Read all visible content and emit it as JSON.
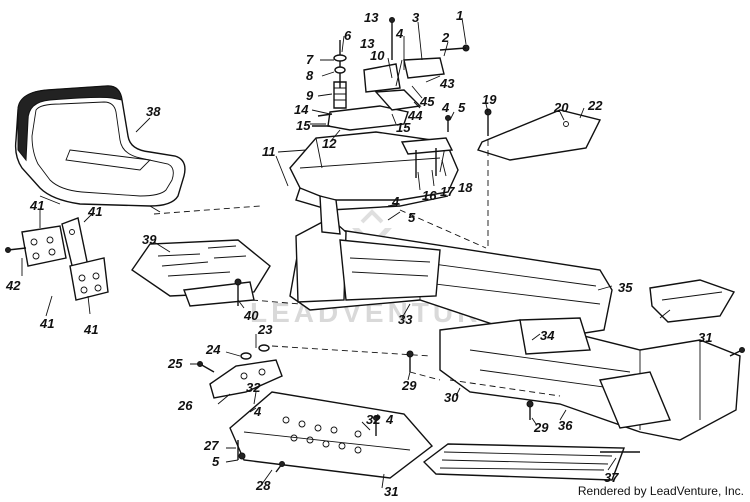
{
  "watermark": "LEADVENTURE",
  "credit": "Rendered by LeadVenture, Inc.",
  "callouts": [
    {
      "id": "c1",
      "text": "1"
    },
    {
      "id": "c2",
      "text": "2"
    },
    {
      "id": "c3",
      "text": "3"
    },
    {
      "id": "c4a",
      "text": "4"
    },
    {
      "id": "c4b",
      "text": "4"
    },
    {
      "id": "c4c",
      "text": "4"
    },
    {
      "id": "c4d",
      "text": "4"
    },
    {
      "id": "c4e",
      "text": "4"
    },
    {
      "id": "c5a",
      "text": "5"
    },
    {
      "id": "c5b",
      "text": "5"
    },
    {
      "id": "c5c",
      "text": "5"
    },
    {
      "id": "c6",
      "text": "6"
    },
    {
      "id": "c7",
      "text": "7"
    },
    {
      "id": "c8",
      "text": "8"
    },
    {
      "id": "c9",
      "text": "9"
    },
    {
      "id": "c10",
      "text": "10"
    },
    {
      "id": "c11",
      "text": "11"
    },
    {
      "id": "c12",
      "text": "12"
    },
    {
      "id": "c13a",
      "text": "13"
    },
    {
      "id": "c13b",
      "text": "13"
    },
    {
      "id": "c14",
      "text": "14"
    },
    {
      "id": "c15a",
      "text": "15"
    },
    {
      "id": "c15b",
      "text": "15"
    },
    {
      "id": "c16",
      "text": "16"
    },
    {
      "id": "c17",
      "text": "17"
    },
    {
      "id": "c18",
      "text": "18"
    },
    {
      "id": "c19",
      "text": "19"
    },
    {
      "id": "c20",
      "text": "20"
    },
    {
      "id": "c22",
      "text": "22"
    },
    {
      "id": "c23",
      "text": "23"
    },
    {
      "id": "c24",
      "text": "24"
    },
    {
      "id": "c25",
      "text": "25"
    },
    {
      "id": "c26",
      "text": "26"
    },
    {
      "id": "c27",
      "text": "27"
    },
    {
      "id": "c28",
      "text": "28"
    },
    {
      "id": "c29a",
      "text": "29"
    },
    {
      "id": "c29b",
      "text": "29"
    },
    {
      "id": "c30",
      "text": "30"
    },
    {
      "id": "c31a",
      "text": "31"
    },
    {
      "id": "c31b",
      "text": "31"
    },
    {
      "id": "c32a",
      "text": "32"
    },
    {
      "id": "c32b",
      "text": "32"
    },
    {
      "id": "c33",
      "text": "33"
    },
    {
      "id": "c34",
      "text": "34"
    },
    {
      "id": "c35",
      "text": "35"
    },
    {
      "id": "c36",
      "text": "36"
    },
    {
      "id": "c37",
      "text": "37"
    },
    {
      "id": "c38",
      "text": "38"
    },
    {
      "id": "c39",
      "text": "39"
    },
    {
      "id": "c40",
      "text": "40"
    },
    {
      "id": "c41a",
      "text": "41"
    },
    {
      "id": "c41b",
      "text": "41"
    },
    {
      "id": "c41c",
      "text": "41"
    },
    {
      "id": "c41d",
      "text": "41"
    },
    {
      "id": "c42",
      "text": "42"
    },
    {
      "id": "c43",
      "text": "43"
    },
    {
      "id": "c44",
      "text": "44"
    },
    {
      "id": "c45",
      "text": "45"
    }
  ]
}
